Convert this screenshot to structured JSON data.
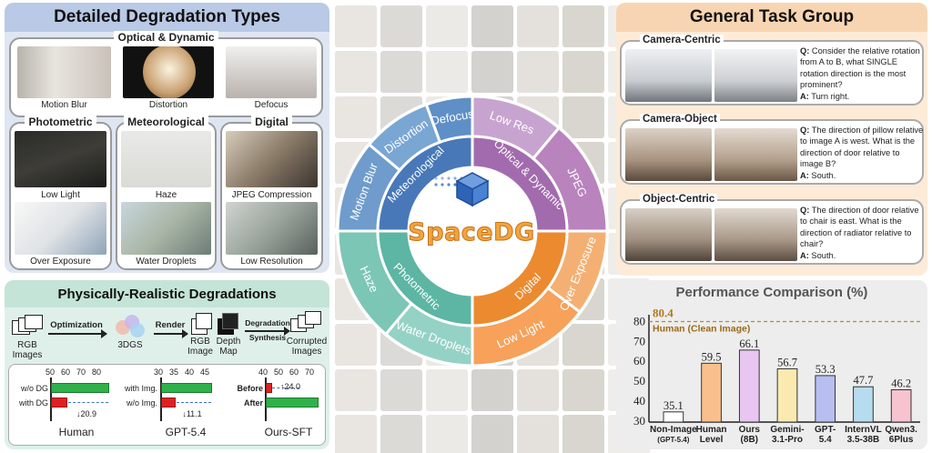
{
  "left_panel": {
    "title": "Detailed Degradation Types",
    "groups": {
      "optical": {
        "title": "Optical & Dynamic",
        "items": [
          "Motion Blur",
          "Distortion",
          "Defocus"
        ]
      },
      "photometric": {
        "title": "Photometric",
        "items": [
          "Low Light",
          "Over Exposure"
        ]
      },
      "meteorological": {
        "title": "Meteorological",
        "items": [
          "Haze",
          "Water Droplets"
        ]
      },
      "digital": {
        "title": "Digital",
        "items": [
          "JPEG Compression",
          "Low Resolution"
        ]
      }
    }
  },
  "pipeline": {
    "title": "Physically-Realistic Degradations",
    "steps": {
      "input": "RGB\nImages",
      "optimization": "Optimization",
      "gs": "3DGS",
      "render": "Render",
      "rgb": "RGB\nImage",
      "depth": "Depth\nMap",
      "degradation": "Degradation",
      "synthesis": "Synthesis",
      "corrupted": "Corrupted\nImages"
    },
    "mini_charts": [
      {
        "name": "Human",
        "ticks": [
          "50",
          "60",
          "70",
          "80"
        ],
        "rows": [
          "w/o DG",
          "with DG"
        ],
        "delta": "↓20.9"
      },
      {
        "name": "GPT-5.4",
        "ticks": [
          "30",
          "35",
          "40",
          "45"
        ],
        "rows": [
          "with Img.",
          "w/o Img."
        ],
        "delta": "↓11.1"
      },
      {
        "name": "Ours-SFT",
        "ticks": [
          "40",
          "50",
          "60",
          "70"
        ],
        "rows": [
          "Before",
          "After"
        ],
        "delta": "↑24.0"
      }
    ]
  },
  "center": {
    "logo": "SpaceDG",
    "inner": [
      "Optical & Dynamic",
      "Digital",
      "Photometric",
      "Meteorological"
    ],
    "outer": [
      "Defocus",
      "Low Res",
      "JPEG",
      "Over Exposure",
      "Low Light",
      "Water Droplets",
      "Haze",
      "Motion Blur",
      "Distortion"
    ]
  },
  "right_panel": {
    "title": "General Task Group",
    "tasks": [
      {
        "title": "Camera-Centric",
        "q": "Consider the relative rotation from A to B, what SINGLE rotation direction is the most prominent?",
        "a": "Turn right."
      },
      {
        "title": "Camera-Object",
        "q": "The direction of pillow relative to image A is west. What is the direction of door relative to image B?",
        "a": "South."
      },
      {
        "title": "Object-Centric",
        "q": "The direction of door relative to chair is east. What is the direction of radiator relative to chair?",
        "a": "South."
      }
    ],
    "q_label": "Q:",
    "a_label": "A:"
  },
  "perf": {
    "title": "Performance Comparison (%)",
    "human_clean_value": "80.4",
    "human_clean_label": "Human (Clean Image)"
  },
  "chart_data": {
    "type": "bar",
    "title": "Performance Comparison (%)",
    "categories": [
      "Non-Image",
      "Human Level",
      "Ours (8B)",
      "Gemini-3.1-Pro",
      "GPT-5.4",
      "InternVL 3.5-38B",
      "Qwen3.6Plus"
    ],
    "category_lines": [
      [
        "Non-Image",
        "(GPT-5.4)"
      ],
      [
        "Human",
        "Level"
      ],
      [
        "Ours",
        "(8B)"
      ],
      [
        "Gemini-",
        "3.1-Pro"
      ],
      [
        "GPT-",
        "5.4"
      ],
      [
        "InternVL",
        "3.5-38B"
      ],
      [
        "Qwen3.",
        "6Plus"
      ]
    ],
    "values": [
      35.1,
      59.5,
      66.1,
      56.7,
      53.3,
      47.7,
      46.2
    ],
    "labels": [
      "35.1",
      "59.5",
      "66.1",
      "56.7",
      "53.3",
      "47.7",
      "46.2"
    ],
    "colors": [
      "#ffffff",
      "#f9c08e",
      "#e9c6f2",
      "#fbeab0",
      "#b7bff0",
      "#b8dcef",
      "#f7c3cf"
    ],
    "ylim": [
      30,
      82
    ],
    "yticks": [
      "30",
      "40",
      "50",
      "60",
      "70",
      "80"
    ],
    "reference_line": 80.4
  }
}
